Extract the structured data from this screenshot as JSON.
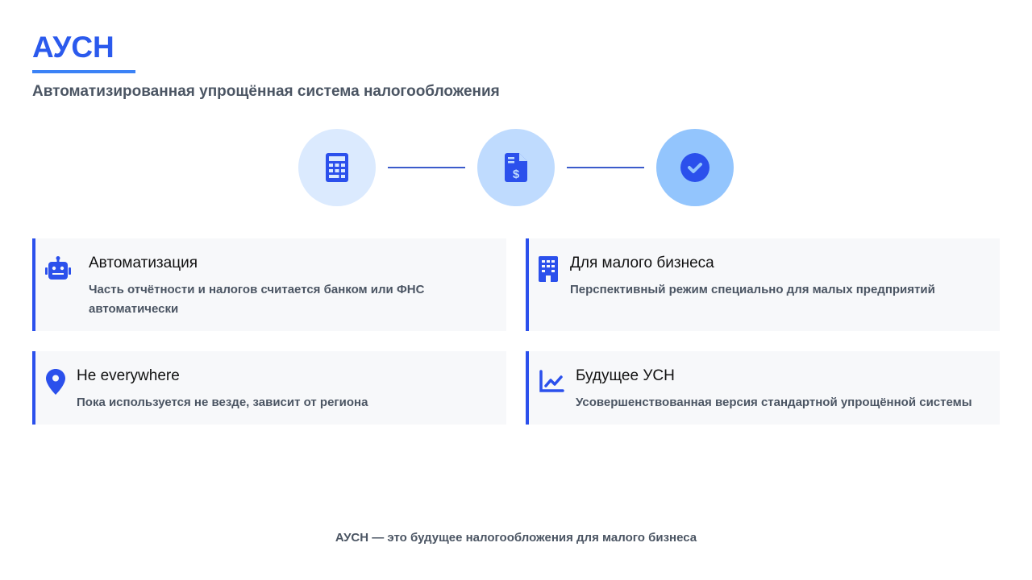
{
  "header": {
    "title": "АУСН",
    "subtitle": "Автоматизированная упрощённая система налогообложения"
  },
  "steps": [
    {
      "icon": "calculator-icon",
      "color": "#dbeafe"
    },
    {
      "icon": "invoice-dollar-icon",
      "color": "#bfdbfe"
    },
    {
      "icon": "check-circle-icon",
      "color": "#93c5fd"
    }
  ],
  "cards": [
    {
      "icon": "robot-icon",
      "title": "Автоматизация",
      "line1": "Часть отчётности и налогов считается банком или ФНС",
      "line2": "автоматически"
    },
    {
      "icon": "building-icon",
      "title": "Для малого бизнеса",
      "line1": "Перспективный режим специально для малых предприятий"
    },
    {
      "icon": "map-pin-icon",
      "title": "Не everywhere",
      "line1": "Пока используется не везде, зависит от региона"
    },
    {
      "icon": "chart-line-icon",
      "title": "Будущее УСН",
      "line1": "Усовершенствованная версия стандартной упрощённой системы"
    }
  ],
  "footer": "АУСН — это будущее налогообложения для малого бизнеса",
  "colors": {
    "accent": "#2b5aed",
    "card_bg": "#f7f8fa"
  }
}
